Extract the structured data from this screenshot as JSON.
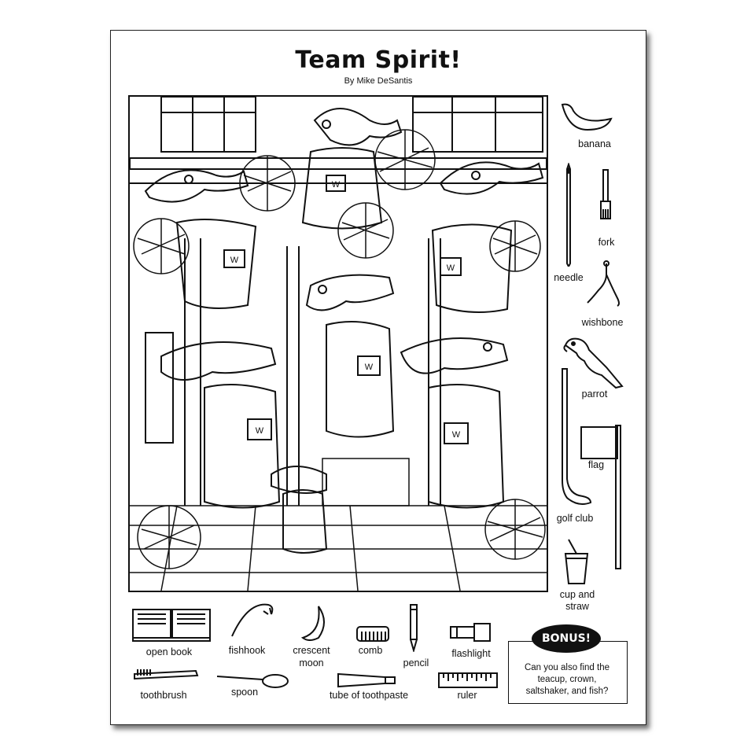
{
  "title": "Team Spirit!",
  "byline": "By Mike DeSantis",
  "items": {
    "banana": "banana",
    "fork": "fork",
    "needle": "needle",
    "wishbone": "wishbone",
    "parrot": "parrot",
    "flag": "flag",
    "golf_club": "golf club",
    "cup_and_straw": [
      "cup and",
      "straw"
    ],
    "open_book": "open book",
    "fishhook": "fishhook",
    "crescent_moon": [
      "crescent",
      "moon"
    ],
    "comb": "comb",
    "pencil": "pencil",
    "flashlight": "flashlight",
    "toothbrush": "toothbrush",
    "spoon": "spoon",
    "tube_of_toothpaste": "tube of toothpaste",
    "ruler": "ruler"
  },
  "bonus": {
    "badge": "BONUS!",
    "line1": "Can you also find the",
    "line2": "teacup, crown,",
    "line3": "saltshaker, and fish?"
  },
  "scene_sweater_letter": "W"
}
